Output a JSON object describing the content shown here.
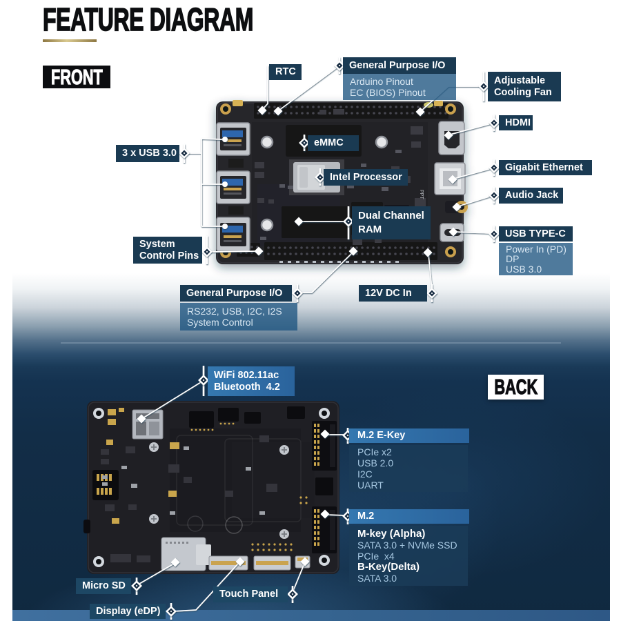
{
  "title": "FEATURE DIAGRAM",
  "sections": {
    "front": {
      "label": "FRONT"
    },
    "back": {
      "label": "BACK"
    }
  },
  "front_callouts": {
    "rtc": {
      "label": "RTC"
    },
    "gpio_top": {
      "label": "General Purpose I/O",
      "details": [
        "Arduino Pinout",
        "EC (BIOS) Pinout"
      ]
    },
    "cooling_fan": {
      "lines": [
        "Adjustable",
        "Cooling Fan"
      ]
    },
    "hdmi": {
      "label": "HDMI"
    },
    "gigabit_ethernet": {
      "label": "Gigabit Ethernet"
    },
    "audio_jack": {
      "label": "Audio Jack"
    },
    "usb_type_c": {
      "label": "USB TYPE-C",
      "details": [
        "Power In (PD)",
        "DP",
        "USB 3.0"
      ]
    },
    "usb3": {
      "label": "3 x USB 3.0"
    },
    "emmc": {
      "label": "eMMC"
    },
    "intel": {
      "label": "Intel Processor"
    },
    "ram": {
      "lines": [
        "Dual Channel",
        "RAM"
      ]
    },
    "system_control": {
      "lines": [
        "System",
        "Control Pins"
      ]
    },
    "gpio_bottom": {
      "label": "General Purpose I/O",
      "details": [
        "RS232, USB, I2C, I2S",
        "System Control"
      ]
    },
    "dc_in": {
      "label": "12V DC In"
    }
  },
  "back_callouts": {
    "wifi": {
      "lines": [
        "WiFi 802.11ac",
        "Bluetooth  4.2"
      ]
    },
    "m2_ekey": {
      "label": "M.2 E-Key",
      "details": [
        "PCIe x2",
        "USB 2.0",
        "I2C",
        "UART"
      ]
    },
    "m2": {
      "label": "M.2",
      "details": [
        "M-key (Alpha)",
        "SATA 3.0 + NVMe SSD",
        "PCIe  x4",
        "B-Key(Delta)",
        "SATA 3.0"
      ]
    },
    "micro_sd": {
      "label": "Micro SD"
    },
    "touch_panel": {
      "label": "Touch Panel"
    },
    "display": {
      "label": "Display (eDP)"
    }
  },
  "front_board_sticker": "PPT",
  "colors": {
    "background_top": "#ffffff",
    "background_bottom": "#112a43",
    "label_navy": "#1a3a52",
    "label_bright_blue": "#2f6da6",
    "sub_text_blue": "#a7c8e2",
    "gold_accent": "#d9c98f",
    "footer_blue": "#35638f",
    "connector_white": "#ffffff"
  }
}
